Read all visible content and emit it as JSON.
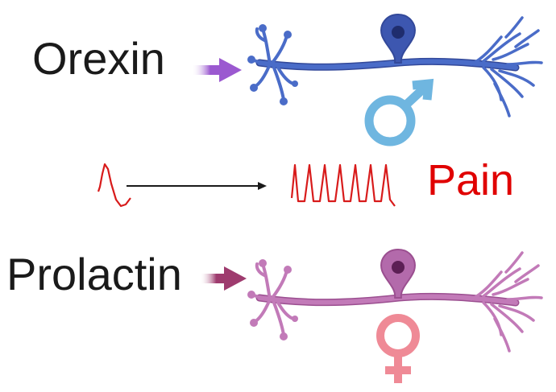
{
  "labels": {
    "top": "Orexin",
    "middle": "Pain",
    "bottom": "Prolactin"
  },
  "colors": {
    "text": "#1a1a1a",
    "pain": "#e00000",
    "spike": "#d81b1b",
    "neuron_top": "#4a6cc8",
    "neuron_top_dark": "#33499a",
    "soma_top": "#3d57b0",
    "nucleus_top": "#1f2d6e",
    "neuron_bottom": "#c27ab8",
    "neuron_bottom_dark": "#9b4f90",
    "soma_bottom": "#b36aab",
    "nucleus_bottom": "#5c1f55",
    "arrow_top": "#9b59d0",
    "arrow_bottom": "#9e3b6e",
    "male_symbol": "#6fb6e0",
    "female_symbol": "#ef8a96"
  },
  "icons": {
    "top_neuron": "neuron-icon",
    "bottom_neuron": "neuron-icon",
    "male": "male-symbol-icon",
    "female": "female-symbol-icon"
  }
}
